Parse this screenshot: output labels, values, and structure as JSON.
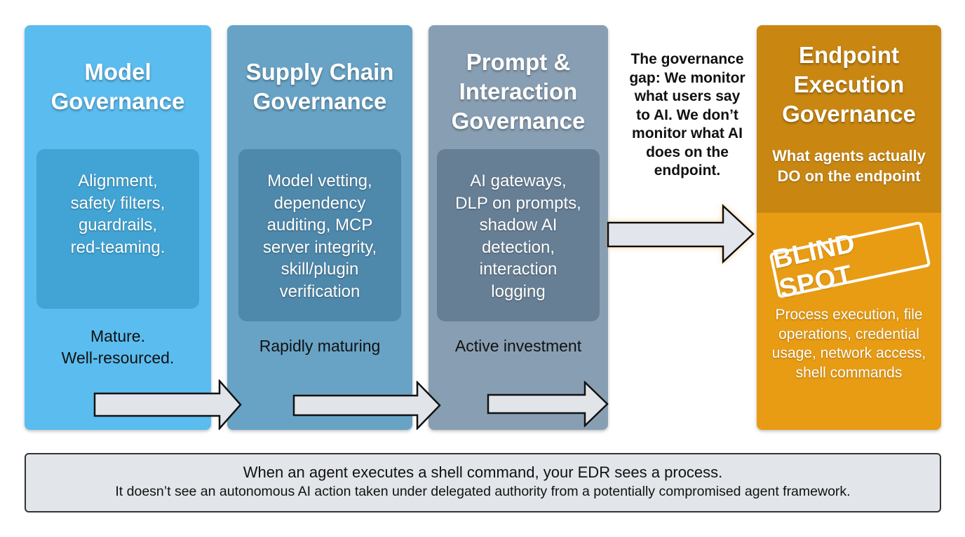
{
  "columns": [
    {
      "title_lines": [
        "Model",
        "Governance"
      ],
      "details": [
        "Alignment,",
        "safety filters,",
        "guardrails,",
        "red-teaming."
      ],
      "status_lines": [
        "Mature.",
        "Well-resourced."
      ],
      "color": "#5bbcef"
    },
    {
      "title_lines": [
        "Supply Chain",
        "Governance"
      ],
      "details": [
        "Model vetting,",
        "dependency",
        "auditing, MCP",
        "server integrity,",
        "skill/plugin",
        "verification"
      ],
      "status_lines": [
        "Rapidly maturing"
      ],
      "color": "#68a3c6"
    },
    {
      "title_lines": [
        "Prompt &",
        "Interaction",
        "Governance"
      ],
      "details": [
        "AI gateways,",
        "DLP on prompts,",
        "shadow AI",
        "detection,",
        "interaction",
        "logging"
      ],
      "status_lines": [
        "Active investment"
      ],
      "color": "#889fb3"
    }
  ],
  "gap_callout": [
    "The governance",
    "gap: We monitor",
    "what users say",
    "to AI. We don’t",
    "monitor what AI",
    "does on the",
    "endpoint."
  ],
  "endpoint": {
    "title_lines": [
      "Endpoint",
      "Execution",
      "Governance"
    ],
    "subtitle_lines": [
      "What agents actually",
      "DO on the endpoint"
    ],
    "stamp": "BLIND SPOT",
    "details": [
      "Process execution, file",
      "operations, credential",
      "usage, network access,",
      "shell commands"
    ],
    "color": "#e89c14",
    "header_color": "#c98712"
  },
  "footer": {
    "line1": "When an agent executes a shell command, your EDR sees a process.",
    "line2": "It doesn’t see an autonomous AI action taken under delegated authority from a potentially compromised agent framework."
  }
}
